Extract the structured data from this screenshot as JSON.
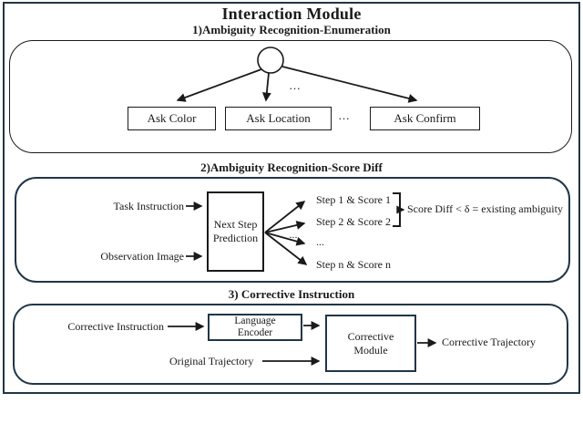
{
  "header": {
    "title": "Interaction Module"
  },
  "colors": {
    "frame_navy": "#213647",
    "ink_black": "#1a1a1a",
    "background": "#ffffff"
  },
  "section1": {
    "heading": "1)Ambiguity Recognition-Enumeration",
    "ellipsis_top": "...",
    "ellipsis_mid": "...",
    "options": [
      "Ask Color",
      "Ask Location",
      "Ask Confirm"
    ]
  },
  "section2": {
    "heading": "2)Ambiguity Recognition-Score Diff",
    "input_top": "Task Instruction",
    "input_bottom": "Observation Image",
    "process_box": {
      "line1": "Next Step",
      "line2": "Prediction"
    },
    "outputs": [
      "Step 1 & Score 1",
      "Step 2 & Score 2",
      "...",
      "Step n & Score n"
    ],
    "ellipsis_inner": "...",
    "conclusion": "Score Diff < δ = existing ambiguity"
  },
  "section3": {
    "heading": "3) Corrective Instruction",
    "input_top": "Corrective Instruction",
    "input_bottom": "Original Trajectory",
    "encoder_box": {
      "line1": "Language",
      "line2": "Encoder"
    },
    "module_box": {
      "line1": "Corrective",
      "line2": "Module"
    },
    "output": "Corrective Trajectory"
  }
}
